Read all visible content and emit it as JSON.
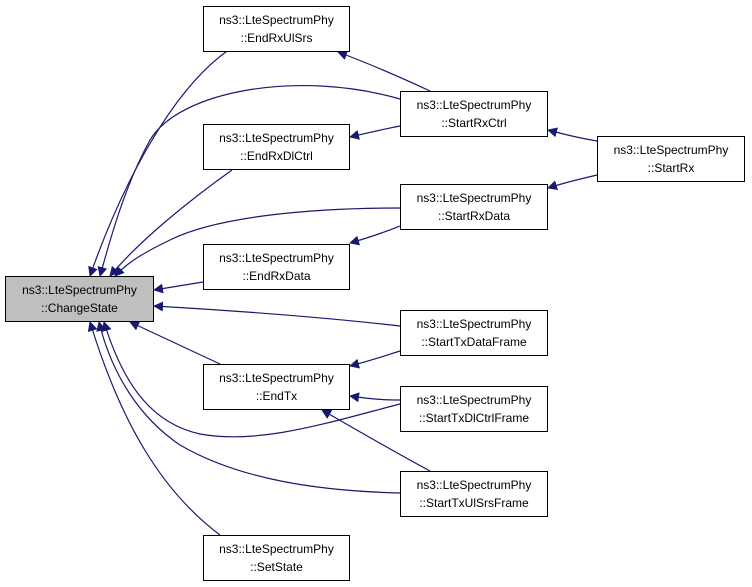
{
  "colors": {
    "edge": "#191970",
    "root_fill": "#bfbfbf",
    "node_fill": "#ffffff",
    "border": "#000000"
  },
  "nodes": {
    "change_state": {
      "line1": "ns3::LteSpectrumPhy",
      "line2": "::ChangeState"
    },
    "end_rx_ul_srs": {
      "line1": "ns3::LteSpectrumPhy",
      "line2": "::EndRxUlSrs"
    },
    "end_rx_dl_ctrl": {
      "line1": "ns3::LteSpectrumPhy",
      "line2": "::EndRxDlCtrl"
    },
    "end_rx_data": {
      "line1": "ns3::LteSpectrumPhy",
      "line2": "::EndRxData"
    },
    "end_tx": {
      "line1": "ns3::LteSpectrumPhy",
      "line2": "::EndTx"
    },
    "set_state": {
      "line1": "ns3::LteSpectrumPhy",
      "line2": "::SetState"
    },
    "start_rx_ctrl": {
      "line1": "ns3::LteSpectrumPhy",
      "line2": "::StartRxCtrl"
    },
    "start_rx_data": {
      "line1": "ns3::LteSpectrumPhy",
      "line2": "::StartRxData"
    },
    "start_tx_data_frame": {
      "line1": "ns3::LteSpectrumPhy",
      "line2": "::StartTxDataFrame"
    },
    "start_tx_dl_ctrl_frame": {
      "line1": "ns3::LteSpectrumPhy",
      "line2": "::StartTxDlCtrlFrame"
    },
    "start_tx_ul_srs_frame": {
      "line1": "ns3::LteSpectrumPhy",
      "line2": "::StartTxUlSrsFrame"
    },
    "start_rx": {
      "line1": "ns3::LteSpectrumPhy",
      "line2": "::StartRx"
    }
  },
  "edges": [
    {
      "from": "end_rx_ul_srs",
      "to": "change_state"
    },
    {
      "from": "start_rx_ctrl",
      "to": "change_state"
    },
    {
      "from": "end_rx_dl_ctrl",
      "to": "change_state"
    },
    {
      "from": "start_rx_data",
      "to": "change_state"
    },
    {
      "from": "end_rx_data",
      "to": "change_state"
    },
    {
      "from": "start_tx_data_frame",
      "to": "change_state"
    },
    {
      "from": "end_tx",
      "to": "change_state"
    },
    {
      "from": "start_tx_dl_ctrl_frame",
      "to": "change_state"
    },
    {
      "from": "start_tx_ul_srs_frame",
      "to": "change_state"
    },
    {
      "from": "set_state",
      "to": "change_state"
    },
    {
      "from": "start_rx_ctrl",
      "to": "end_rx_ul_srs"
    },
    {
      "from": "start_rx_ctrl",
      "to": "end_rx_dl_ctrl"
    },
    {
      "from": "start_rx_data",
      "to": "end_rx_data"
    },
    {
      "from": "start_tx_data_frame",
      "to": "end_tx"
    },
    {
      "from": "start_tx_dl_ctrl_frame",
      "to": "end_tx"
    },
    {
      "from": "start_tx_ul_srs_frame",
      "to": "end_tx"
    },
    {
      "from": "start_rx",
      "to": "start_rx_ctrl"
    },
    {
      "from": "start_rx",
      "to": "start_rx_data"
    }
  ]
}
